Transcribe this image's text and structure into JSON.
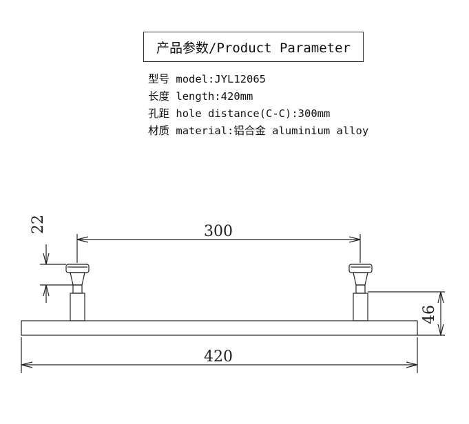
{
  "title": "产品参数/Product Parameter",
  "params": [
    {
      "label": "型号",
      "text": "model:JYL12065"
    },
    {
      "label": "长度",
      "text": "length:420mm"
    },
    {
      "label": "孔距",
      "text": "hole distance(C-C):300mm"
    },
    {
      "label": "材质",
      "text": "material:铝合金 aluminium alloy"
    }
  ],
  "dimensions": {
    "hole_distance": "300",
    "length": "420",
    "height": "46",
    "post_height": "22"
  }
}
